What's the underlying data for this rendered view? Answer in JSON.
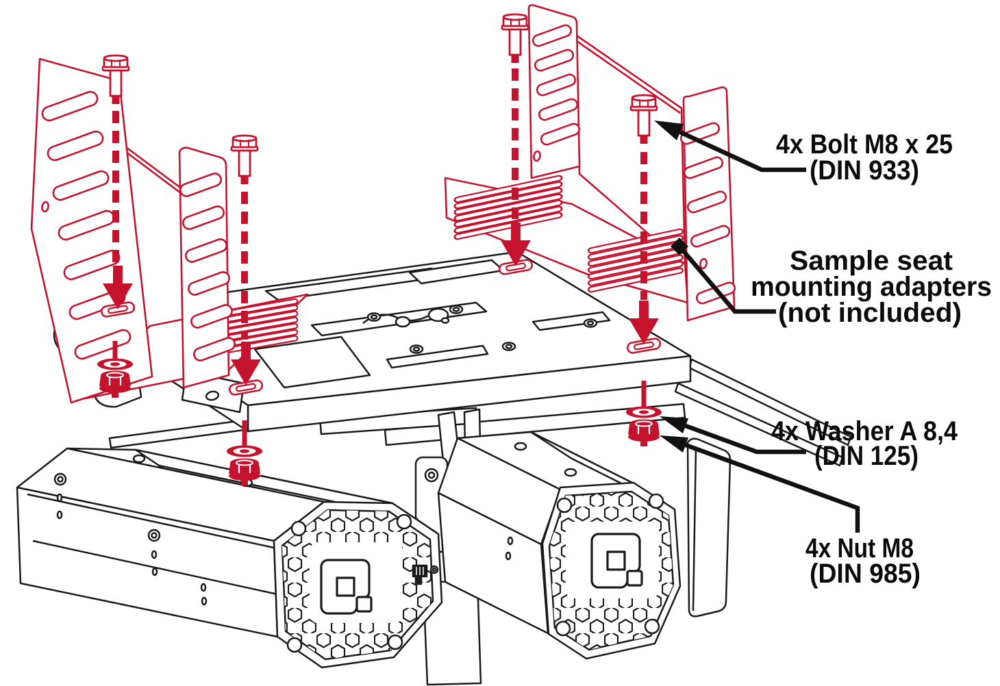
{
  "colors": {
    "highlight_red": "#c5122d",
    "line_black": "#1a1a1a",
    "text_black": "#0b0b0b",
    "background": "#ffffff"
  },
  "callouts": {
    "bolt": {
      "line1": "4x Bolt M8 x 25",
      "line2": "(DIN 933)"
    },
    "adapter": {
      "line1": "Sample seat",
      "line2": "mounting adapters",
      "line3": "(not included)"
    },
    "washer": {
      "line1": "4x Washer A 8,4",
      "line2": "(DIN 125)"
    },
    "nut": {
      "line1": "4x Nut M8",
      "line2": "(DIN 985)"
    }
  }
}
